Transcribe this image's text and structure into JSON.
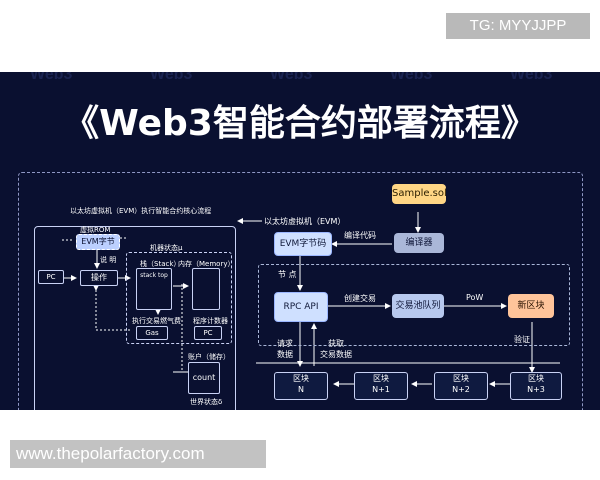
{
  "watermark_top": "TG: MYYJJPP",
  "watermark_bottom": "www.thepolarfactory.com",
  "brand_watermark": "Web3",
  "title": "《Web3智能合约部署流程》",
  "left": {
    "heading": "以太坊虚拟机（EVM）执行智能合约核心流程",
    "virtual_rom": "虚拟ROM",
    "evm_bytecode": "EVM字节",
    "explain": "说 明",
    "pc": "PC",
    "operation": "操作",
    "machine_state": "机器状态μ",
    "stack": "栈（Stack）",
    "stack_top": "stack top",
    "memory": "内存（Memory）",
    "gas_label": "执行交易燃气费",
    "gas": "Gas",
    "counter_label": "程序计数器",
    "pc2": "PC",
    "account_storage": "账户（储存）",
    "count": "count",
    "world_state": "世界状态δ"
  },
  "right": {
    "sample": "Sample.sol",
    "evm_label": "以太坊虚拟机（EVM）",
    "evm_bytecode": "EVM字节码",
    "compile_code": "编译代码",
    "compiler": "编译器",
    "node": "节 点",
    "rpc": "RPC API",
    "create_tx": "创建交易",
    "tx_pool": "交易池队列",
    "pow": "PoW",
    "new_block": "新区块",
    "request_data_1": "请求",
    "request_data_2": "数据",
    "fetch_1": "获取",
    "fetch_2": "交易数据",
    "verify": "验证",
    "blocks": [
      {
        "label": "区块",
        "sub": "N"
      },
      {
        "label": "区块",
        "sub": "N+1"
      },
      {
        "label": "区块",
        "sub": "N+2"
      },
      {
        "label": "区块",
        "sub": "N+3"
      }
    ]
  }
}
